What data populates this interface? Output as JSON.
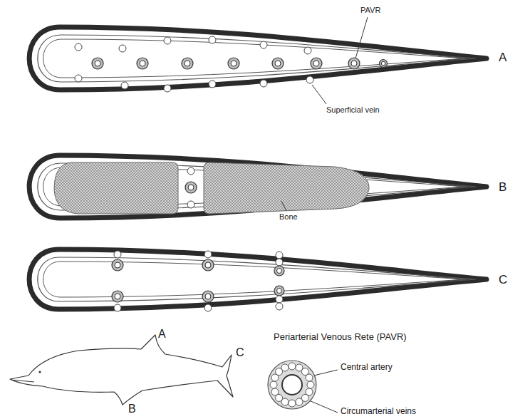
{
  "diagram": {
    "labels": [
      "PAVR",
      "Superficial vein",
      "A",
      "Bone",
      "B",
      "C",
      "A",
      "B",
      "C",
      "Periarterial Venous Rete (PAVR)",
      "Central artery",
      "Circumarterial veins"
    ]
  }
}
